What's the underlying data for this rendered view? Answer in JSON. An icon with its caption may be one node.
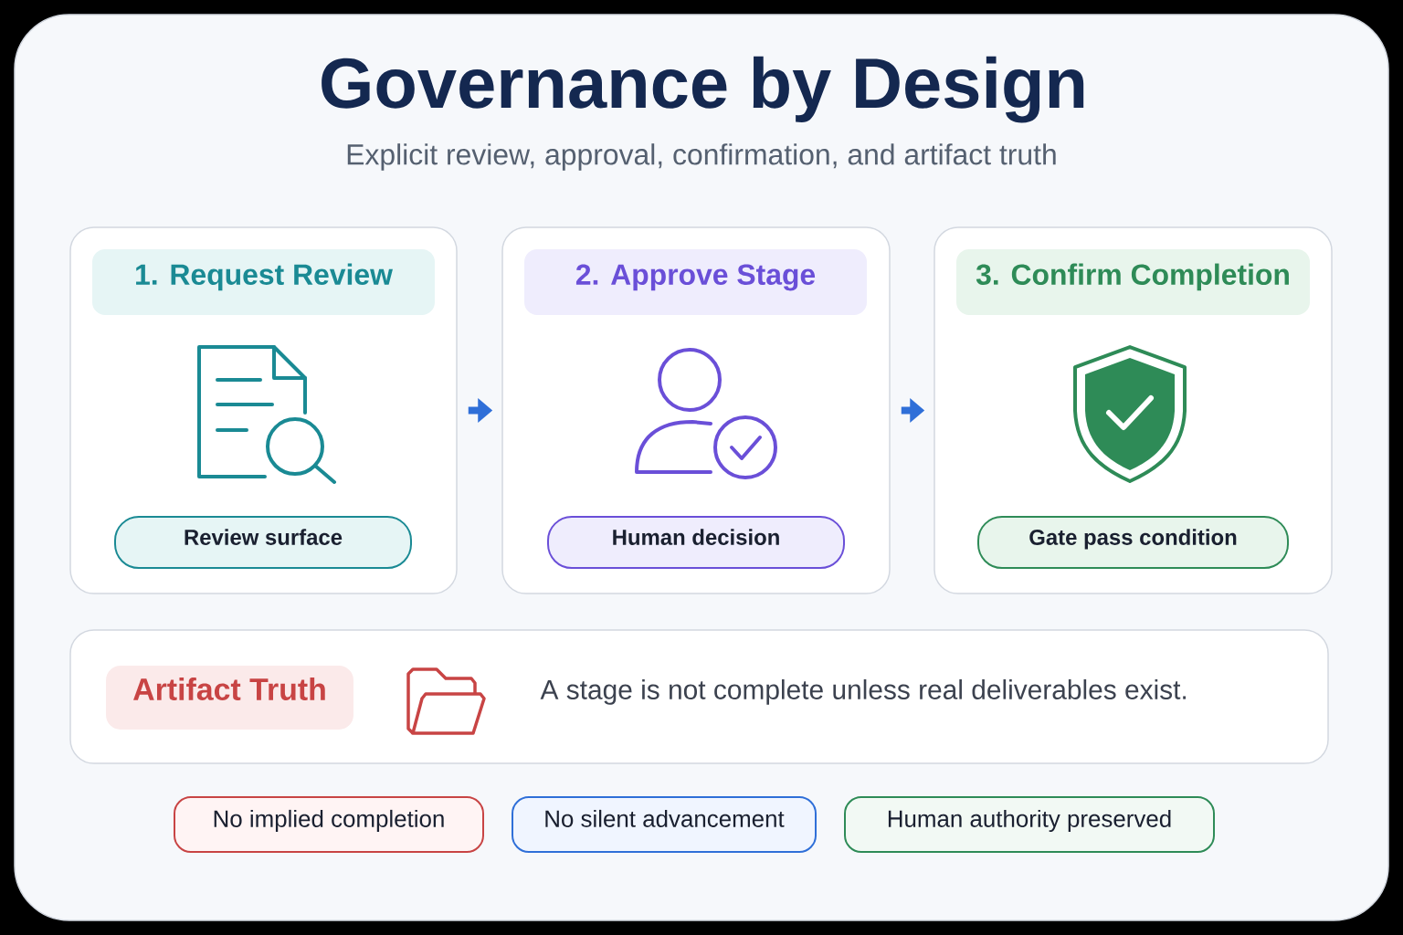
{
  "diagram": {
    "title": "Governance by Design",
    "caption": "Explicit review, approval, confirmation, and artifact truth",
    "nodes": [
      {
        "text": [],
        "shape": "box"
      },
      {
        "text": [
          "1. Request Review"
        ],
        "in": 0
      },
      {
        "text": [
          "Review surface"
        ],
        "in": 0
      },
      {
        "text": [],
        "shape": "box"
      },
      {
        "text": [
          "2. Approve Stage"
        ],
        "in": 3
      },
      {
        "text": [
          "Human decision"
        ],
        "in": 3
      },
      {
        "text": [],
        "shape": "box"
      },
      {
        "text": [
          "3. Confirm Completion"
        ],
        "in": 6
      },
      {
        "text": [
          "Gate pass condition"
        ],
        "in": 6
      },
      {
        "text": [
          "A stage is not complete unless real deliverables exist."
        ]
      },
      {
        "text": [
          "Artifact Truth"
        ],
        "in": 9
      },
      {
        "text": [
          "No implied completion"
        ]
      },
      {
        "text": [
          "No silent advancement"
        ]
      },
      {
        "text": [
          "Human authority preserved"
        ]
      }
    ],
    "edges": [
      {
        "from": 0,
        "to": 3,
        "arrow": "to"
      },
      {
        "from": 3,
        "to": 6,
        "arrow": "to"
      }
    ]
  }
}
